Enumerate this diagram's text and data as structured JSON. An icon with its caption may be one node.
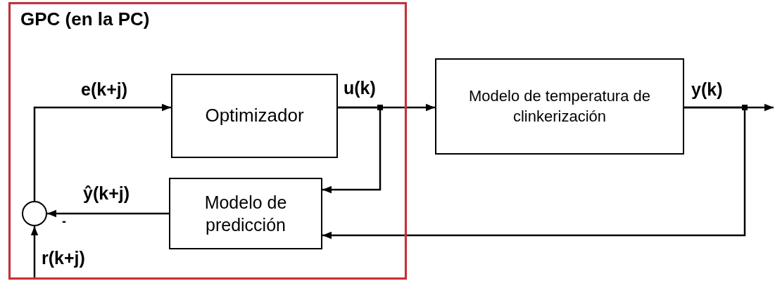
{
  "diagram": {
    "nodes": [
      {
        "text": [
          "GPC (en la PC)"
        ]
      },
      {
        "text": [
          "Optimizador"
        ],
        "in": 0
      },
      {
        "text": [
          "Modelo de predicción"
        ],
        "in": 0
      },
      {
        "text": [],
        "shape": "circle",
        "in": 0
      },
      {
        "text": [
          "Modelo de temperatura de clinkerización"
        ]
      }
    ],
    "edges": [
      {
        "from": 3,
        "to": 1,
        "arrow": "to",
        "label": "e(k+j)"
      },
      {
        "from": 1,
        "to": 4,
        "arrow": "to",
        "label": "u(k)"
      },
      {
        "from": 1,
        "to": 2,
        "arrow": "to"
      },
      {
        "from": 4,
        "to": null,
        "arrow": "to",
        "label": "y(k)"
      },
      {
        "from": 4,
        "to": 2,
        "arrow": "to"
      },
      {
        "from": 2,
        "to": 3,
        "arrow": "to",
        "label": "ŷ(k+j)"
      },
      {
        "from": null,
        "to": 3,
        "arrow": "to",
        "label": "r(k+j)"
      }
    ],
    "labels": [
      "-"
    ]
  }
}
